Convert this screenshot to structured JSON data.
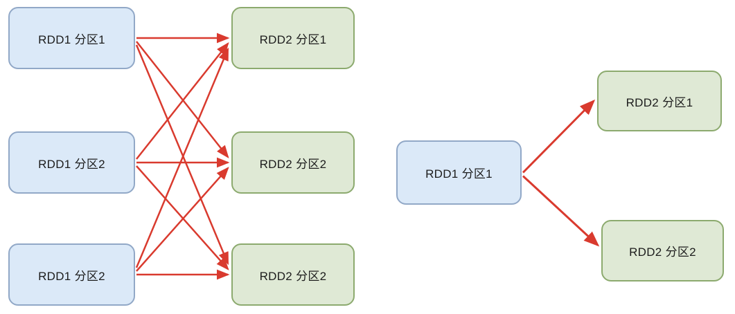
{
  "diagram": {
    "colors": {
      "background": "#ffffff",
      "input_fill": "#dbe9f8",
      "input_border": "#91a8c7",
      "output_fill": "#dfe9d5",
      "output_border": "#8caa6e",
      "arrow": "#d93a2e",
      "text": "#1c1c1c"
    },
    "left_graph": {
      "name": "shuffle-wide-dependency",
      "sources": [
        {
          "id": "l1",
          "label": "RDD1 分区1"
        },
        {
          "id": "l2",
          "label": "RDD1 分区2"
        },
        {
          "id": "l3",
          "label": "RDD1 分区2"
        }
      ],
      "targets": [
        {
          "id": "m1",
          "label": "RDD2 分区1"
        },
        {
          "id": "m2",
          "label": "RDD2 分区2"
        },
        {
          "id": "m3",
          "label": "RDD2 分区2"
        }
      ],
      "edges": [
        [
          "l1",
          "m1"
        ],
        [
          "l1",
          "m2"
        ],
        [
          "l1",
          "m3"
        ],
        [
          "l2",
          "m1"
        ],
        [
          "l2",
          "m2"
        ],
        [
          "l2",
          "m3"
        ],
        [
          "l3",
          "m1"
        ],
        [
          "l3",
          "m2"
        ],
        [
          "l3",
          "m3"
        ]
      ]
    },
    "right_graph": {
      "name": "narrow-dependency",
      "sources": [
        {
          "id": "r1",
          "label": "RDD1 分区1"
        }
      ],
      "targets": [
        {
          "id": "g1",
          "label": "RDD2 分区1"
        },
        {
          "id": "g2",
          "label": "RDD2 分区2"
        }
      ],
      "edges": [
        [
          "r1",
          "g1"
        ],
        [
          "r1",
          "g2"
        ]
      ]
    }
  }
}
